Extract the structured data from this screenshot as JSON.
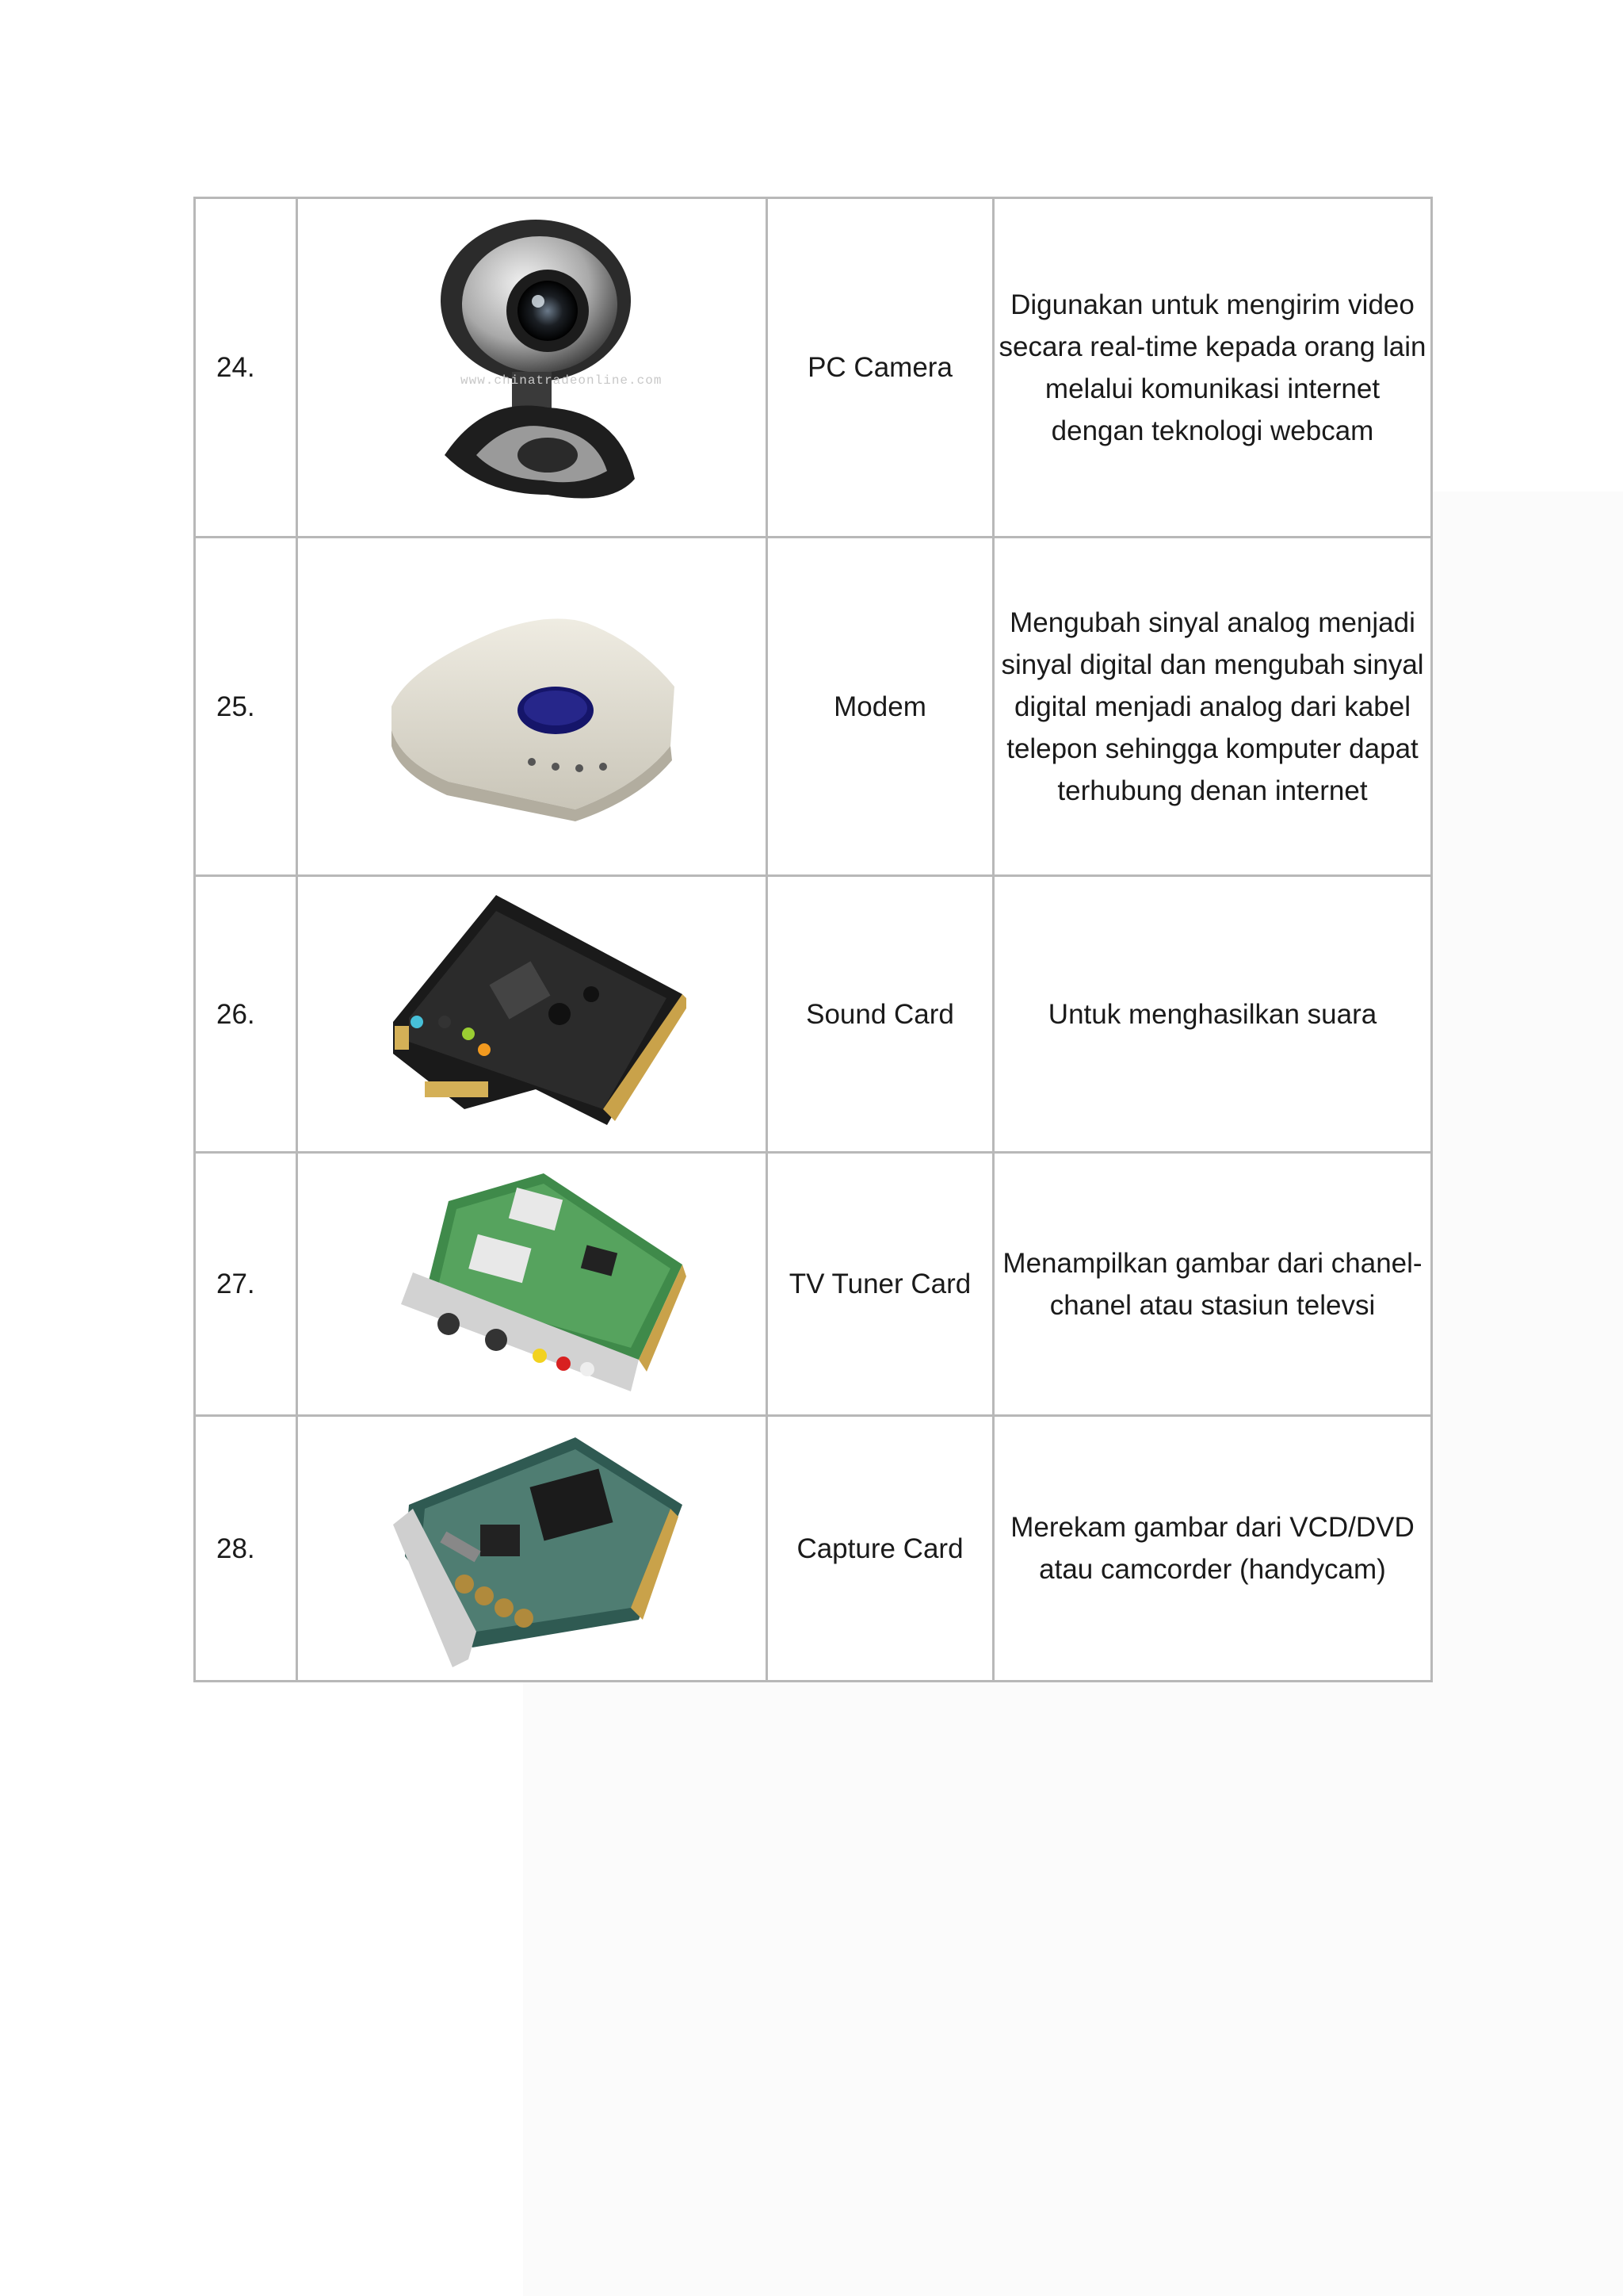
{
  "rows": [
    {
      "number": "24.",
      "name": "PC Camera",
      "description": "Digunakan untuk mengirim video secara  real-time kepada orang lain melalui  komunikasi internet dengan teknologi  webcam",
      "image_icon": "webcam-photo",
      "image_watermark": "www.chinatradeonline.com"
    },
    {
      "number": "25.",
      "name": "Modem",
      "description": "Mengubah sinyal analog menjadi sinyal  digital dan mengubah sinyal digital  menjadi analog dari kabel telepon sehingga  komputer dapat terhubung denan internet",
      "image_icon": "modem-photo"
    },
    {
      "number": "26.",
      "name": "Sound Card",
      "description": "Untuk menghasilkan suara",
      "image_icon": "sound-card-photo"
    },
    {
      "number": "27.",
      "name": "TV Tuner Card",
      "description": "Menampilkan gambar dari chanel-chanel  atau stasiun televsi",
      "image_icon": "tv-tuner-card-photo"
    },
    {
      "number": "28.",
      "name": "Capture Card",
      "description": "Merekam gambar dari VCD/DVD atau camcorder (handycam)",
      "image_icon": "capture-card-photo"
    }
  ]
}
